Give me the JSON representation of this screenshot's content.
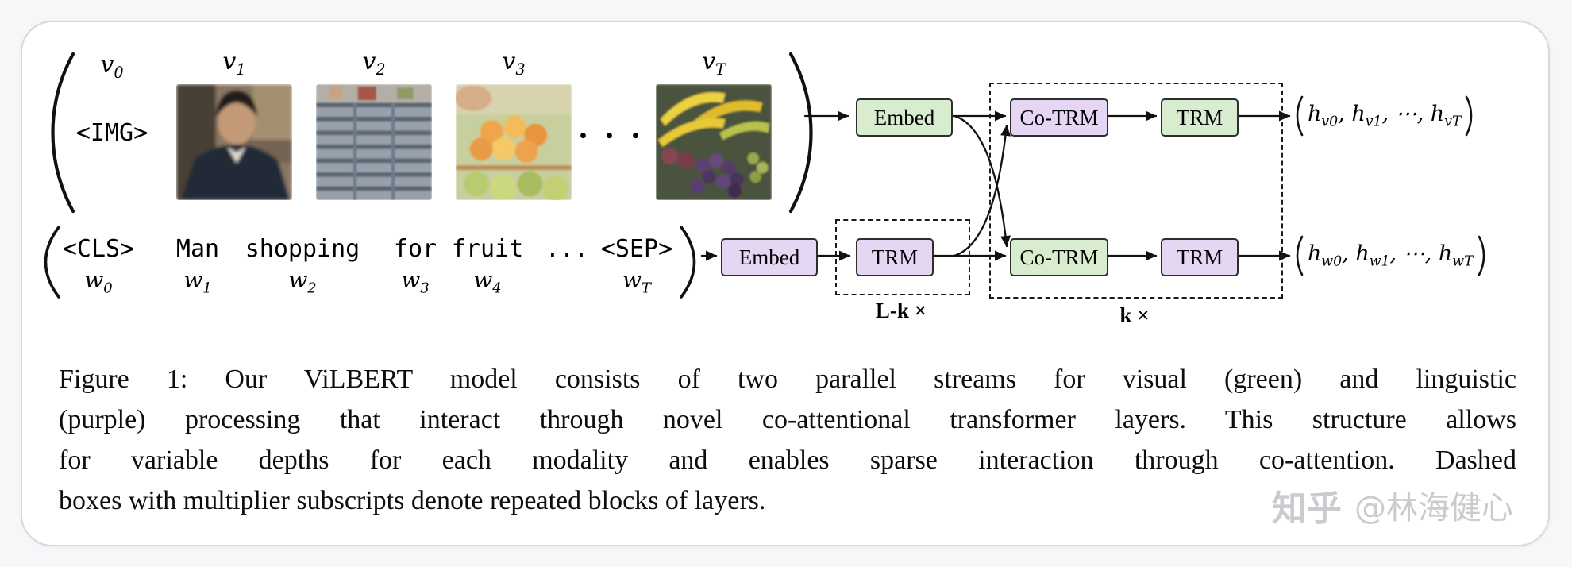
{
  "figure": {
    "visual_stream": {
      "v0_label": [
        {
          "t": "v",
          "s": "0"
        }
      ],
      "img_token": "<IMG>",
      "image_labels": [
        [
          {
            "t": "v",
            "s": "1"
          }
        ],
        [
          {
            "t": "v",
            "s": "2"
          }
        ],
        [
          {
            "t": "v",
            "s": "3"
          }
        ],
        [
          {
            "t": "v",
            "s": "T"
          }
        ]
      ],
      "ellipsis": "• • •",
      "blocks": {
        "embed": "Embed",
        "co_trm": "Co-TRM",
        "trm": "TRM"
      },
      "output": [
        {
          "t": "h",
          "s": "v0"
        },
        {
          "t": ", "
        },
        {
          "t": "h",
          "s": "v1"
        },
        {
          "t": ", ⋯, "
        },
        {
          "t": "h",
          "s": "vT"
        }
      ]
    },
    "linguistic_stream": {
      "tokens": [
        {
          "word": "<CLS>",
          "label": [
            {
              "t": "w",
              "s": "0"
            }
          ]
        },
        {
          "word": "Man",
          "label": [
            {
              "t": "w",
              "s": "1"
            }
          ]
        },
        {
          "word": "shopping",
          "label": [
            {
              "t": "w",
              "s": "2"
            }
          ]
        },
        {
          "word": "for",
          "label": [
            {
              "t": "w",
              "s": "3"
            }
          ]
        },
        {
          "word": "fruit",
          "label": [
            {
              "t": "w",
              "s": "4"
            }
          ]
        },
        {
          "word": "...",
          "label": []
        },
        {
          "word": "<SEP>",
          "label": [
            {
              "t": "w",
              "s": "T"
            }
          ]
        }
      ],
      "blocks": {
        "embed": "Embed",
        "trm_repeated": "TRM",
        "co_trm": "Co-TRM",
        "trm": "TRM"
      },
      "output": [
        {
          "t": "h",
          "s": "w0"
        },
        {
          "t": ", "
        },
        {
          "t": "h",
          "s": "w1"
        },
        {
          "t": ", ⋯, "
        },
        {
          "t": "h",
          "s": "wT"
        }
      ]
    },
    "multipliers": {
      "language_only": "L-k ×",
      "co_attention": "k ×"
    },
    "colors": {
      "visual_green": "#d8ecd0",
      "linguistic_purple": "#e5d7f3"
    }
  },
  "caption": {
    "lines": [
      "Figure 1: Our ViLBERT model consists of two parallel streams for visual (green) and linguistic",
      "(purple) processing that interact through novel co-attentional transformer layers. This structure allows",
      "for variable depths for each modality and enables sparse interaction through co-attention. Dashed",
      "boxes with multiplier subscripts denote repeated blocks of layers."
    ]
  },
  "watermark": {
    "brand": "知乎",
    "handle": "@林海健心"
  }
}
